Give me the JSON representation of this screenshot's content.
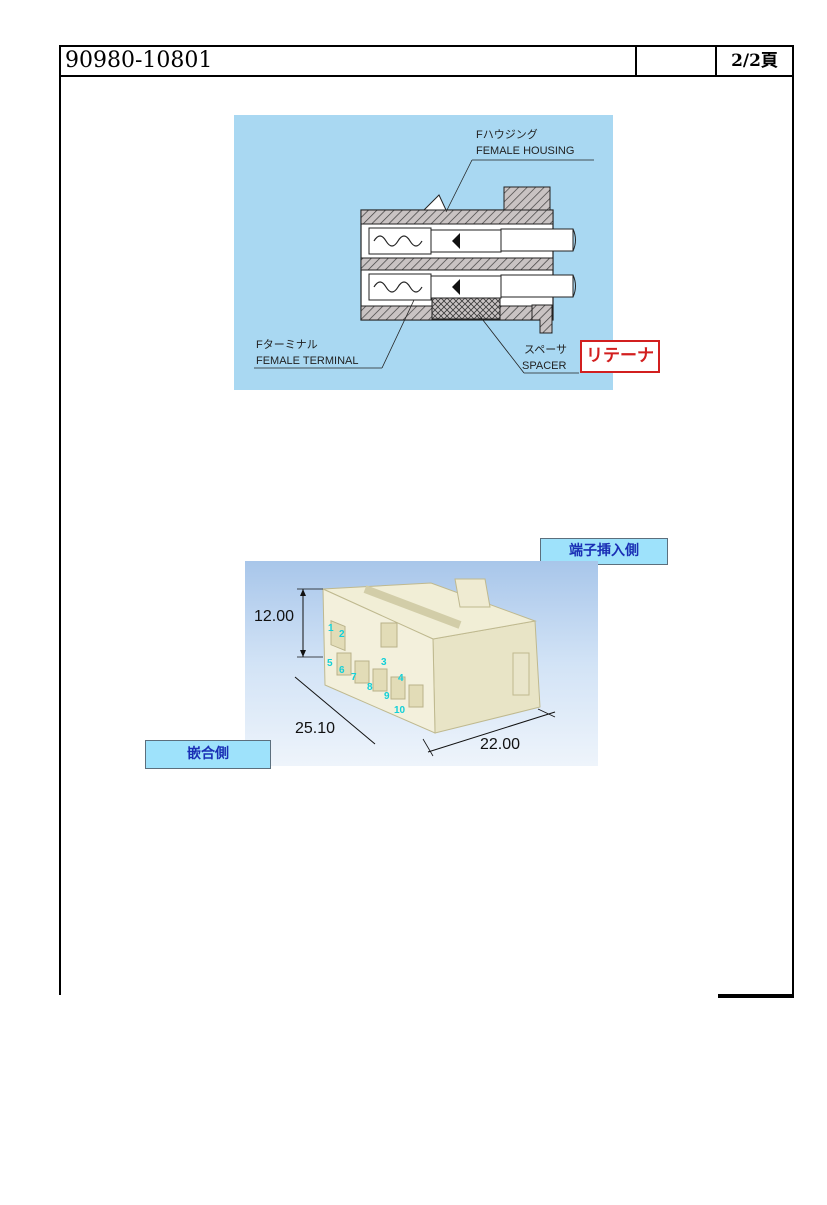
{
  "header": {
    "part_number": "90980-10801",
    "page": "2/2頁"
  },
  "cross_section": {
    "housing_jp": "Fハウジング",
    "housing_en": "FEMALE HOUSING",
    "terminal_jp": "Fターミナル",
    "terminal_en": "FEMALE TERMINAL",
    "spacer_jp": "スペーサ",
    "spacer_en": "SPACER",
    "retainer_label": "リテーナ"
  },
  "product": {
    "insertion_side_label": "端子挿入側",
    "mating_side_label": "嵌合側",
    "dims": {
      "height": "12.00",
      "depth": "25.10",
      "width": "22.00"
    },
    "pins": [
      "1",
      "2",
      "3",
      "4",
      "5",
      "6",
      "7",
      "8",
      "9",
      "10"
    ]
  },
  "colors": {
    "diagram_bg": "#a9d8f2",
    "retainer_red": "#d21f1f",
    "tag_bg": "#9ee2fb",
    "tag_text": "#1a2fb5",
    "pin_numbers": "#13d0d8",
    "housing_body": "#eeebd0"
  }
}
